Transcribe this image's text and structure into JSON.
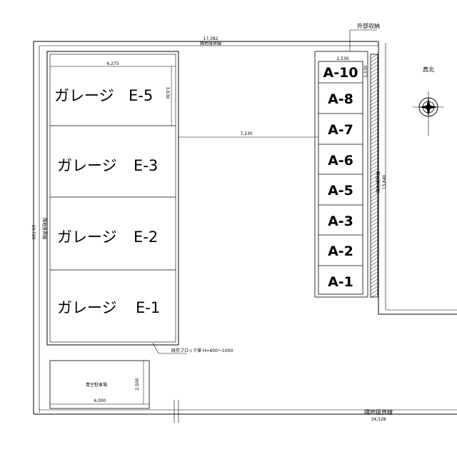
{
  "top_dimension": "17,382",
  "top_boundary_label": "隣地境界線",
  "left_dimension": "19,729",
  "left_boundary_label": "隣地境界線",
  "bottom_boundary_label": "隣地境界線",
  "bottom_dimension": "34,328",
  "garage_width_dimension": "6,275",
  "garage_depth_dimension": "3,630",
  "gap_dimension": "7,230",
  "storage_label": "外部収納",
  "storage_width_dimension": "2,530",
  "storage_unit_dimension": "1,530",
  "right_vertical_dimension": "13,840",
  "right_vertical_label": "隣地境界線",
  "north_label": "真北",
  "small_note": "既存ブロック塀\nH=600〜1000",
  "garages": [
    {
      "label": "ガレージ",
      "code": "E-5"
    },
    {
      "label": "ガレージ",
      "code": "E-3"
    },
    {
      "label": "ガレージ",
      "code": "E-2"
    },
    {
      "label": "ガレージ",
      "code": "E-1"
    }
  ],
  "parking": {
    "label": "青空駐車場",
    "width": "6,000",
    "depth": "2,500"
  },
  "storage_units": [
    "A-10",
    "A-8",
    "A-7",
    "A-6",
    "A-5",
    "A-3",
    "A-2",
    "A-1"
  ]
}
